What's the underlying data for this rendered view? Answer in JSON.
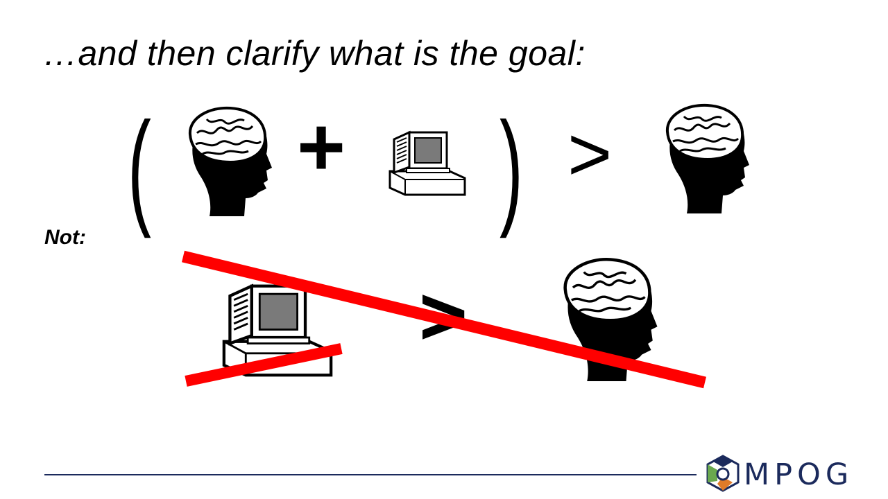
{
  "slide": {
    "title": "…and then clarify what is the goal:",
    "not_label": "Not:"
  },
  "equation": {
    "open_paren": "(",
    "plus": "+",
    "close_paren": ")",
    "greater_than": ">"
  },
  "crossed_out": {
    "greater_than": ">"
  },
  "logo": {
    "text": "MPOG",
    "colors": {
      "green": "#6aa84f",
      "orange": "#e07b29",
      "navy": "#1b2a5c"
    }
  },
  "colors": {
    "strike": "#ff0000",
    "rule": "#1b2a5c"
  },
  "icons": [
    "brain-head-icon",
    "computer-icon"
  ]
}
